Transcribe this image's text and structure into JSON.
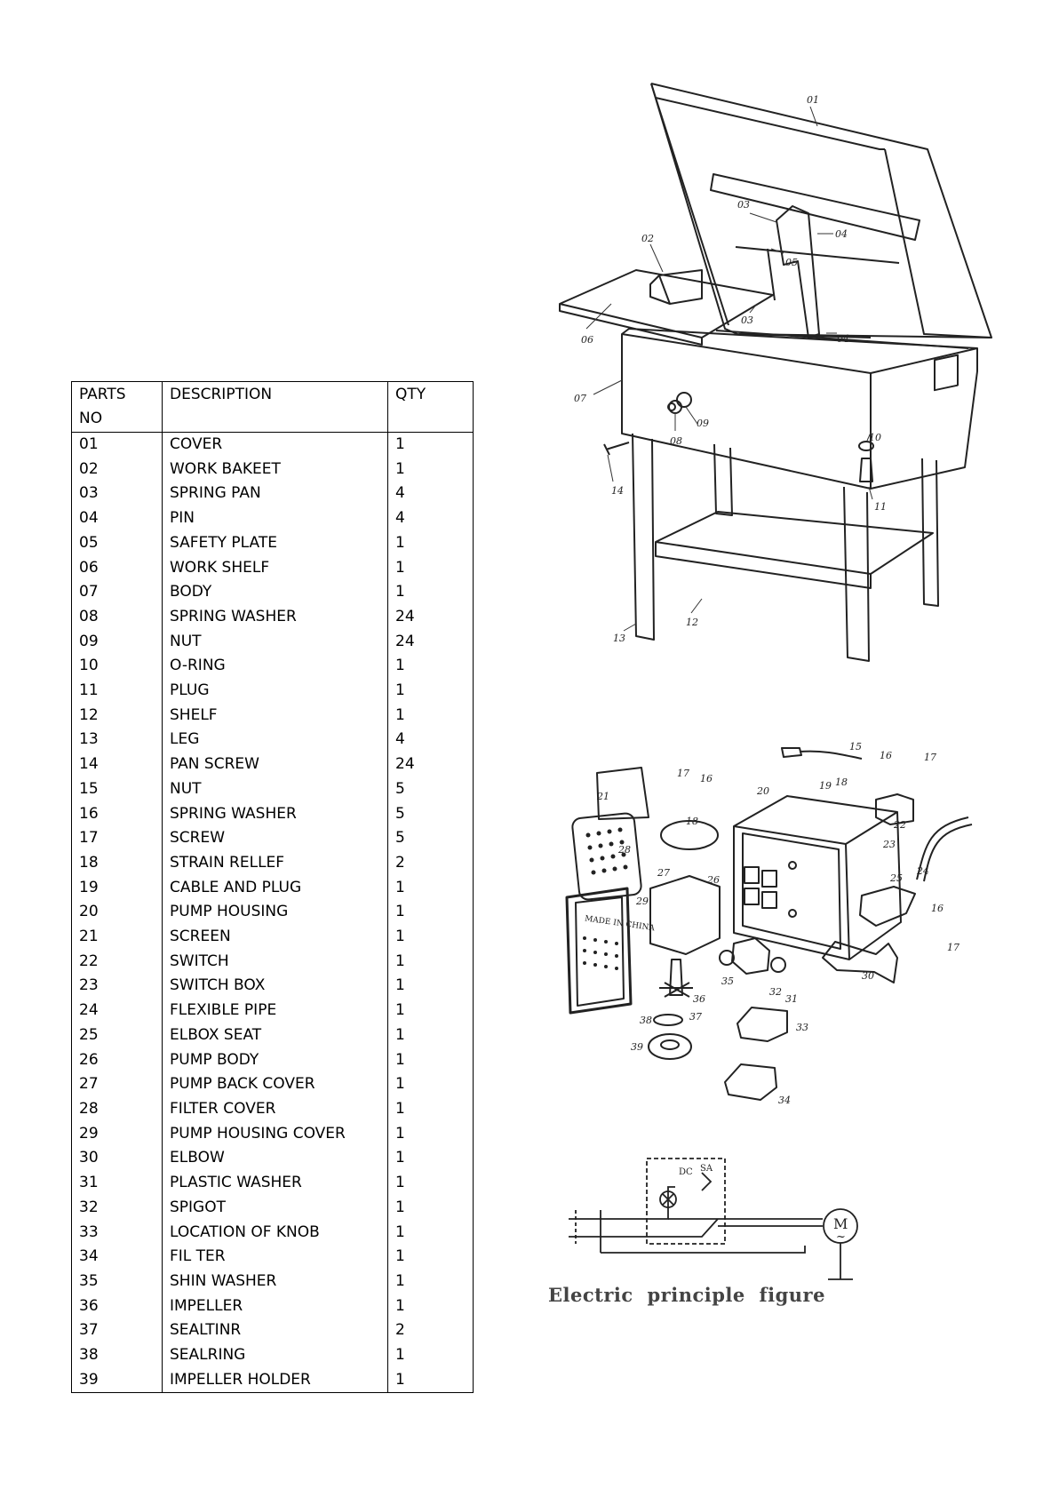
{
  "table": {
    "headers": {
      "no": "PARTS\nNO",
      "description": "DESCRIPTION",
      "qty": "QTY"
    },
    "rows": [
      [
        "01",
        "COVER",
        "1"
      ],
      [
        "02",
        "WORK BAKEET",
        "1"
      ],
      [
        "03",
        "SPRING PAN",
        "4"
      ],
      [
        "04",
        "PIN",
        "4"
      ],
      [
        "05",
        "SAFETY PLATE",
        "1"
      ],
      [
        "06",
        "WORK SHELF",
        "1"
      ],
      [
        "07",
        "BODY",
        "1"
      ],
      [
        "08",
        "SPRING WASHER",
        "24"
      ],
      [
        "09",
        "NUT",
        "24"
      ],
      [
        "10",
        "O-RING",
        "1"
      ],
      [
        "11",
        "PLUG",
        "1"
      ],
      [
        "12",
        "SHELF",
        "1"
      ],
      [
        "13",
        "LEG",
        "4"
      ],
      [
        "14",
        "PAN SCREW",
        "24"
      ],
      [
        "15",
        "NUT",
        "5"
      ],
      [
        "16",
        "SPRING WASHER",
        "5"
      ],
      [
        "17",
        "SCREW",
        "5"
      ],
      [
        "18",
        "STRAIN RELLEF",
        "2"
      ],
      [
        "19",
        "CABLE AND PLUG",
        "1"
      ],
      [
        "20",
        "PUMP HOUSING",
        "1"
      ],
      [
        "21",
        "SCREEN",
        "1"
      ],
      [
        "22",
        "SWITCH",
        "1"
      ],
      [
        "23",
        "SWITCH BOX",
        "1"
      ],
      [
        "24",
        "FLEXIBLE PIPE",
        "1"
      ],
      [
        "25",
        "ELBOX SEAT",
        "1"
      ],
      [
        "26",
        "PUMP BODY",
        "1"
      ],
      [
        "27",
        "PUMP BACK COVER",
        "1"
      ],
      [
        "28",
        "FILTER COVER",
        "1"
      ],
      [
        "29",
        "PUMP HOUSING COVER",
        "1"
      ],
      [
        "30",
        "ELBOW",
        "1"
      ],
      [
        "31",
        "PLASTIC WASHER",
        "1"
      ],
      [
        "32",
        "SPIGOT",
        "1"
      ],
      [
        "33",
        "LOCATION OF KNOB",
        "1"
      ],
      [
        "34",
        "FIL TER",
        "1"
      ],
      [
        "35",
        "SHIN WASHER",
        "1"
      ],
      [
        "36",
        "IMPELLER",
        "1"
      ],
      [
        "37",
        "SEALTINR",
        "2"
      ],
      [
        "38",
        "SEALRING",
        "1"
      ],
      [
        "39",
        "IMPELLER HOLDER",
        "1"
      ]
    ]
  },
  "washer_diagram": {
    "labels": [
      "01",
      "02",
      "03",
      "04",
      "05",
      "03",
      "04",
      "06",
      "07",
      "08",
      "09",
      "10",
      "11",
      "12",
      "13",
      "14"
    ]
  },
  "pump_diagram": {
    "labels": [
      "15",
      "16",
      "17",
      "19",
      "18",
      "17",
      "16",
      "20",
      "21",
      "18",
      "22",
      "23",
      "24",
      "28",
      "27",
      "26",
      "29",
      "25",
      "16",
      "17",
      "30",
      "35",
      "32",
      "31",
      "36",
      "37",
      "38",
      "39",
      "33",
      "34"
    ],
    "housing_text": "MADE IN CHINA"
  },
  "circuit": {
    "labels": {
      "dc": "DC",
      "sa": "SA",
      "motor": "M",
      "motor_symbol": "~"
    },
    "caption": "Electric principle figure"
  }
}
